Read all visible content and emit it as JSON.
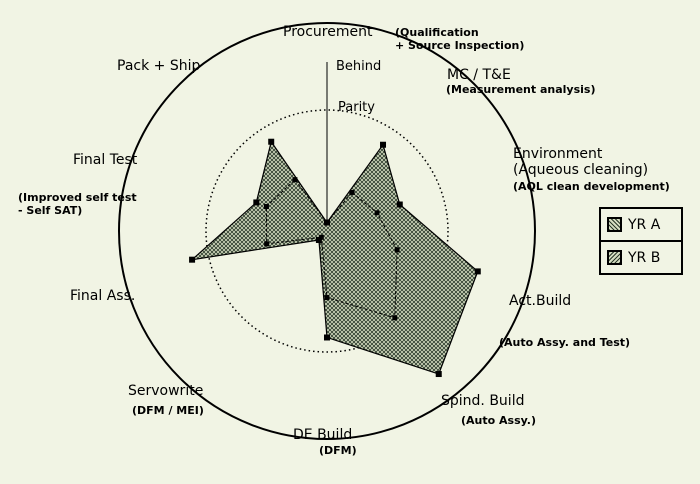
{
  "chart_data": {
    "type": "radar",
    "axes": [
      {
        "label": "Procurement",
        "sub": "(Qualification\n+ Source Inspection)"
      },
      {
        "label": "MC / T&E",
        "sub": "(Measurement analysis)"
      },
      {
        "label": "Environment\n(Aqueous cleaning)",
        "sub": "(AQL clean development)"
      },
      {
        "label": "Act.Build",
        "sub": "(Auto Assy. and Test)"
      },
      {
        "label": "Spind. Build",
        "sub": "(Auto Assy.)"
      },
      {
        "label": "DE Build",
        "sub": "(DFM)"
      },
      {
        "label": "Servowrite",
        "sub": "(DFM / MEI)"
      },
      {
        "label": "Final Ass.",
        "sub": ""
      },
      {
        "label": "Final Test",
        "sub": "(Improved self test\n- Self SAT)"
      },
      {
        "label": "Pack + Ship",
        "sub": ""
      }
    ],
    "reference_labels": {
      "behind": "Behind",
      "parity": "Parity"
    },
    "scale": {
      "center": 0,
      "parity": 1,
      "outer": 1.5
    },
    "series": [
      {
        "name": "YR A",
        "values": [
          0.07,
          0.85,
          0.64,
          1.29,
          1.5,
          0.88,
          0.1,
          1.14,
          0.63,
          0.87
        ],
        "color": "#000000"
      },
      {
        "name": "YR B",
        "values": [
          0.07,
          0.38,
          0.44,
          0.6,
          0.91,
          0.55,
          0.07,
          0.51,
          0.54,
          0.5
        ],
        "color": "#000000"
      }
    ],
    "legend_position": "right"
  }
}
